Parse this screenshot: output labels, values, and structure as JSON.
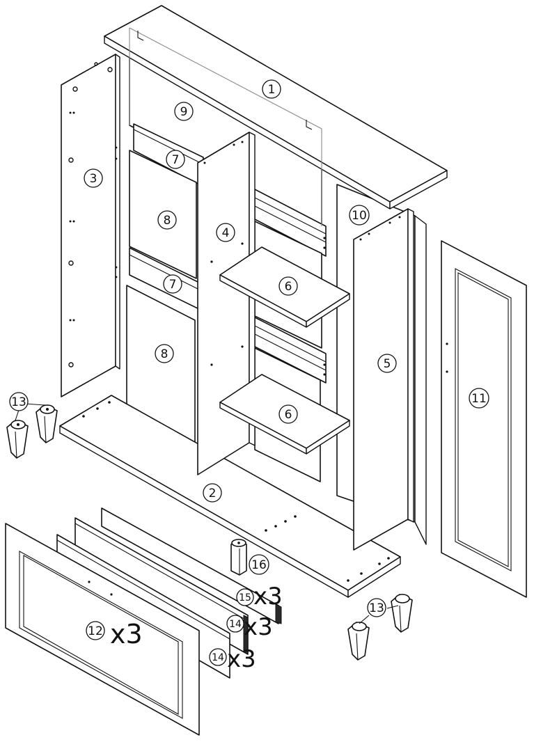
{
  "parts": {
    "top_panel": "1",
    "bottom_panel": "2",
    "left_side": "3",
    "middle_divider": "4",
    "right_side": "5",
    "shelf": "6",
    "rail": "7",
    "back_panel_lower": "8",
    "back_panel_upper": "9",
    "right_back_panel": "10",
    "door": "11",
    "drawer_front": "12",
    "leg": "13",
    "drawer_side": "14",
    "drawer_back": "15",
    "center_leg": "16"
  },
  "quantities": {
    "drawer_front": "x3",
    "drawer_back": "x3",
    "drawer_side_a": "x3",
    "drawer_side_b": "x3"
  }
}
